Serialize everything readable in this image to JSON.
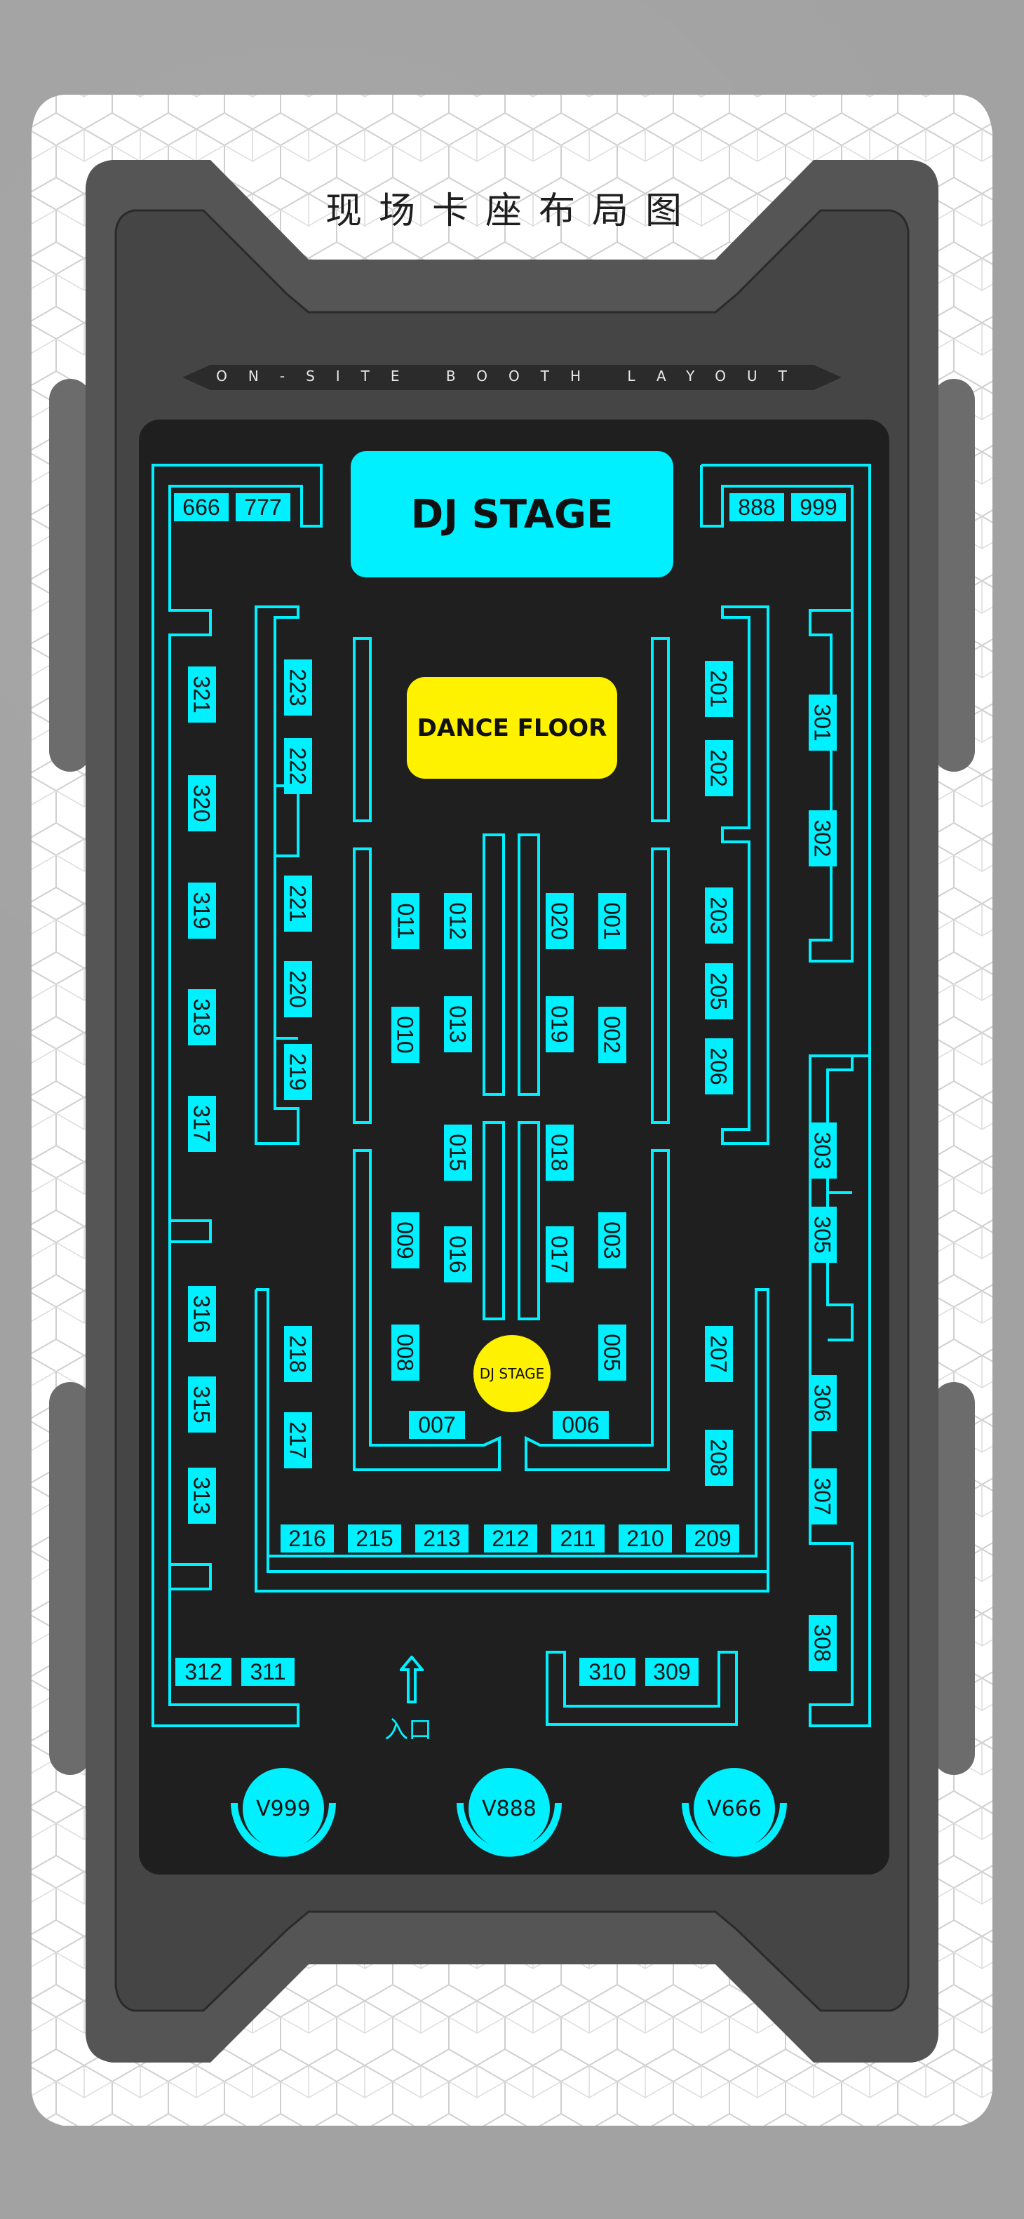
{
  "title_cn": "现场卡座布局图",
  "title_en": "ON-SITE BOOTH LAYOUT",
  "dj_stage": "DJ STAGE",
  "dance_floor": "DANCE FLOOR",
  "dj_stage_small": "DJ STAGE",
  "entrance": "入口",
  "vip": [
    "V999",
    "V888",
    "V666"
  ],
  "booths": {
    "b666": "666",
    "b777": "777",
    "b888": "888",
    "b999": "999",
    "b321": "321",
    "b320": "320",
    "b319": "319",
    "b318": "318",
    "b317": "317",
    "b316": "316",
    "b315": "315",
    "b313": "313",
    "b223": "223",
    "b222": "222",
    "b221": "221",
    "b220": "220",
    "b219": "219",
    "b218": "218",
    "b217": "217",
    "b011": "011",
    "b012": "012",
    "b010": "010",
    "b013": "013",
    "b015": "015",
    "b016": "016",
    "b009": "009",
    "b008": "008",
    "b007": "007",
    "b020": "020",
    "b001": "001",
    "b019": "019",
    "b002": "002",
    "b018": "018",
    "b017": "017",
    "b003": "003",
    "b005": "005",
    "b006": "006",
    "b201": "201",
    "b202": "202",
    "b203": "203",
    "b205": "205",
    "b206": "206",
    "b207": "207",
    "b208": "208",
    "b301": "301",
    "b302": "302",
    "b303": "303",
    "b305": "305",
    "b306": "306",
    "b307": "307",
    "b308": "308",
    "b216": "216",
    "b215": "215",
    "b213": "213",
    "b212": "212",
    "b211": "211",
    "b210": "210",
    "b209": "209",
    "b312": "312",
    "b311": "311",
    "b310": "310",
    "b309": "309"
  },
  "colors": {
    "accent": "#00f0ff",
    "yellow": "#fff200",
    "panel": "#1f1f1f"
  }
}
